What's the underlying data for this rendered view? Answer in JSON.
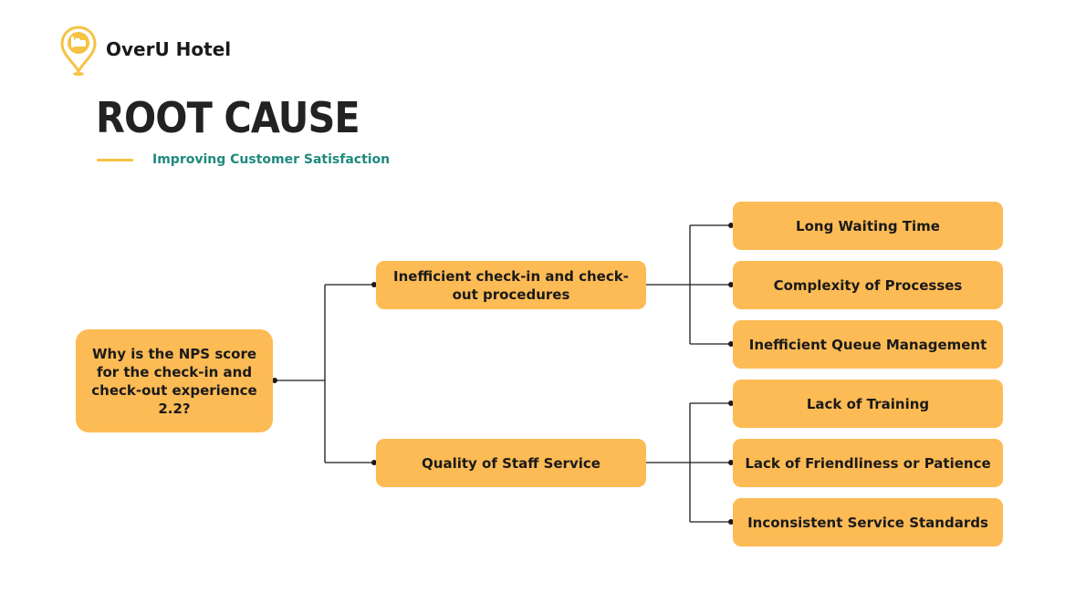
{
  "brand": {
    "name": "OverU Hotel",
    "icon": "hotel-location-pin-icon"
  },
  "header": {
    "title": "ROOT CAUSE",
    "subtitle": "Improving Customer Satisfaction"
  },
  "colors": {
    "node_fill": "#fdbb55",
    "accent_yellow": "#f5c242",
    "subtitle_teal": "#1f8a7e",
    "line": "#1a1a1a"
  },
  "tree": {
    "root": "Why is the NPS score for the check-in and check-out experience 2.2?",
    "branches": [
      {
        "label": "Inefficient check-in and check-out procedures",
        "causes": [
          "Long Waiting Time",
          "Complexity of Processes",
          "Inefficient Queue Management"
        ]
      },
      {
        "label": "Quality of Staff Service",
        "causes": [
          "Lack of Training",
          "Lack of Friendliness or Patience",
          "Inconsistent Service Standards"
        ]
      }
    ]
  }
}
